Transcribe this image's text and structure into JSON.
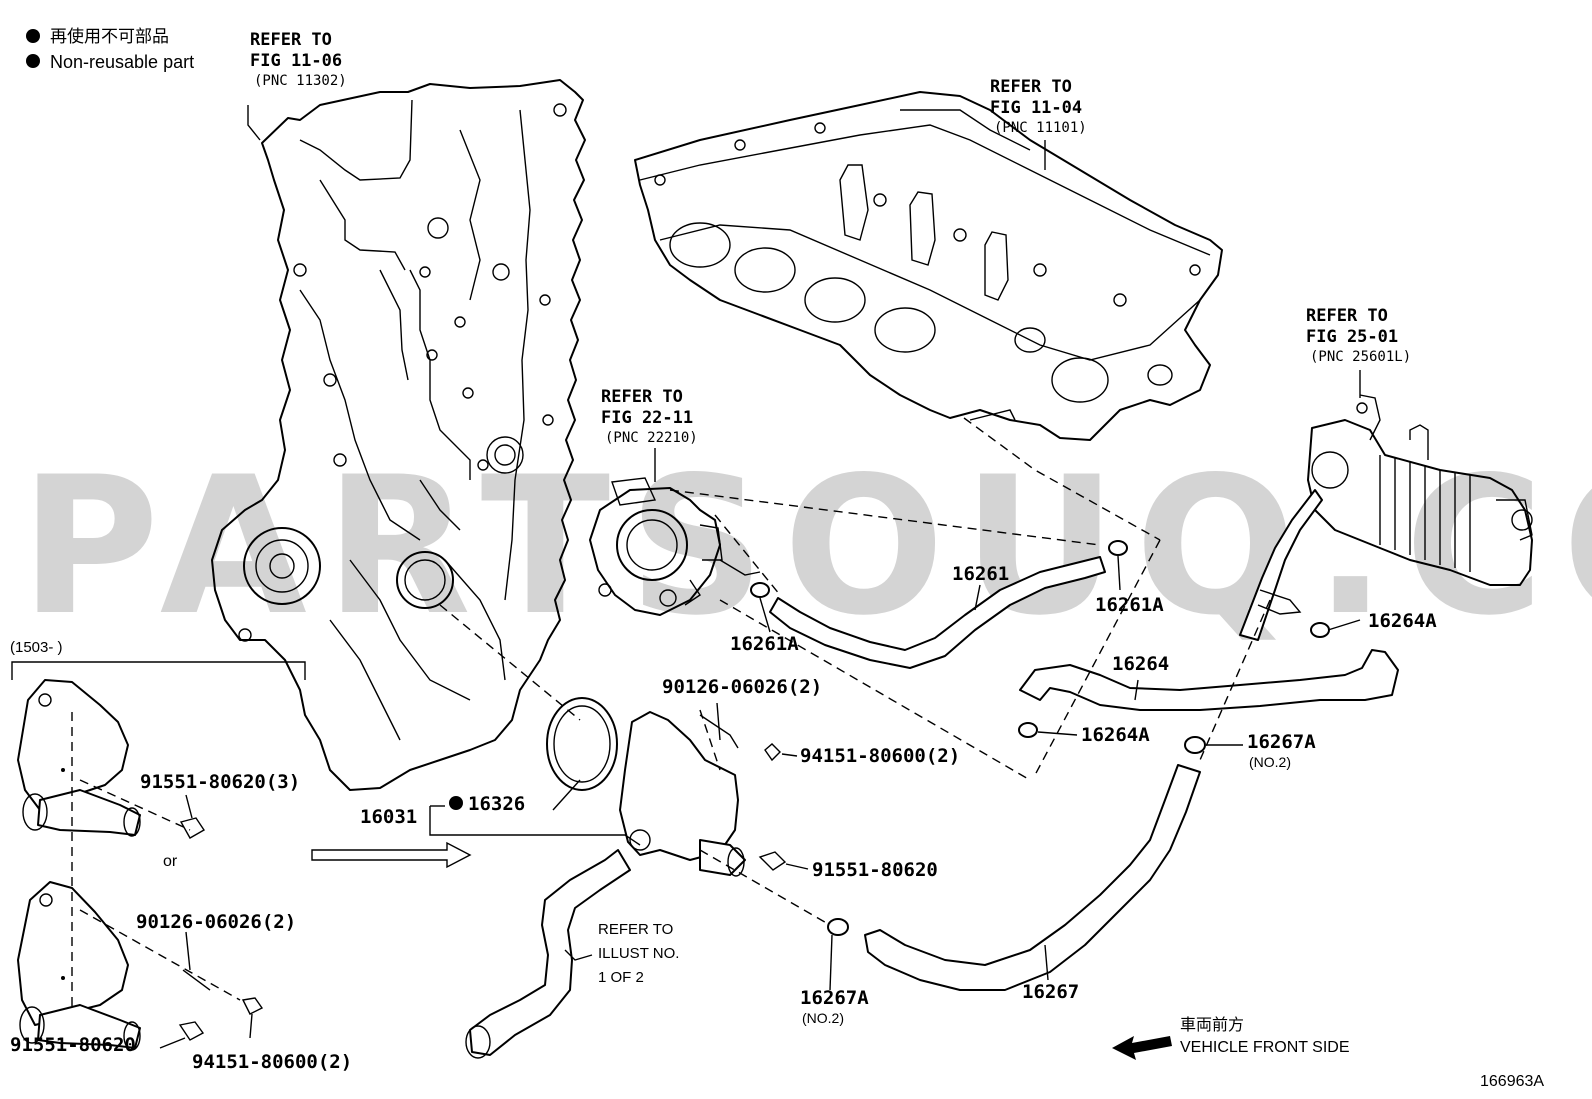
{
  "legend": {
    "jp": "再使用不可部品",
    "en": "Non-reusable part"
  },
  "watermark": "PARTSOUQ.COM",
  "refs": {
    "timing_cover": {
      "l1": "REFER TO",
      "l2": "FIG 11-06",
      "l3": "(PNC 11302)"
    },
    "cylinder_head": {
      "l1": "REFER TO",
      "l2": "FIG 11-04",
      "l3": "(PNC 11101)"
    },
    "throttle_body": {
      "l1": "REFER TO",
      "l2": "FIG 22-11",
      "l3": "(PNC 22210)"
    },
    "egr_cooler": {
      "l1": "REFER TO",
      "l2": "FIG 25-01",
      "l3": "(PNC 25601L)"
    },
    "radiator_hose": {
      "l1": "REFER TO",
      "l2": "ILLUST NO.",
      "l3": "1 OF 2"
    }
  },
  "date_range": "(1503-      )",
  "or_text": "or",
  "parts": {
    "p16261": "16261",
    "p16261A_a": "16261A",
    "p16261A_b": "16261A",
    "p16264": "16264",
    "p16264A_a": "16264A",
    "p16264A_b": "16264A",
    "p16267": "16267",
    "p16267A_a": "16267A",
    "p16267A_a_no": "(NO.2)",
    "p16267A_b": "16267A",
    "p16267A_b_no": "(NO.2)",
    "p16031": "16031",
    "p16326": "16326",
    "p90126_a": "90126-06026(2)",
    "p94151_a": "94151-80600(2)",
    "p91551_a": "91551-80620",
    "p91551_b": "91551-80620(3)",
    "p90126_b": "90126-06026(2)",
    "p91551_c": "91551-80620",
    "p94151_b": "94151-80600(2)"
  },
  "direction": {
    "jp": "車両前方",
    "en": "VEHICLE FRONT SIDE"
  },
  "figure_id": "166963A"
}
